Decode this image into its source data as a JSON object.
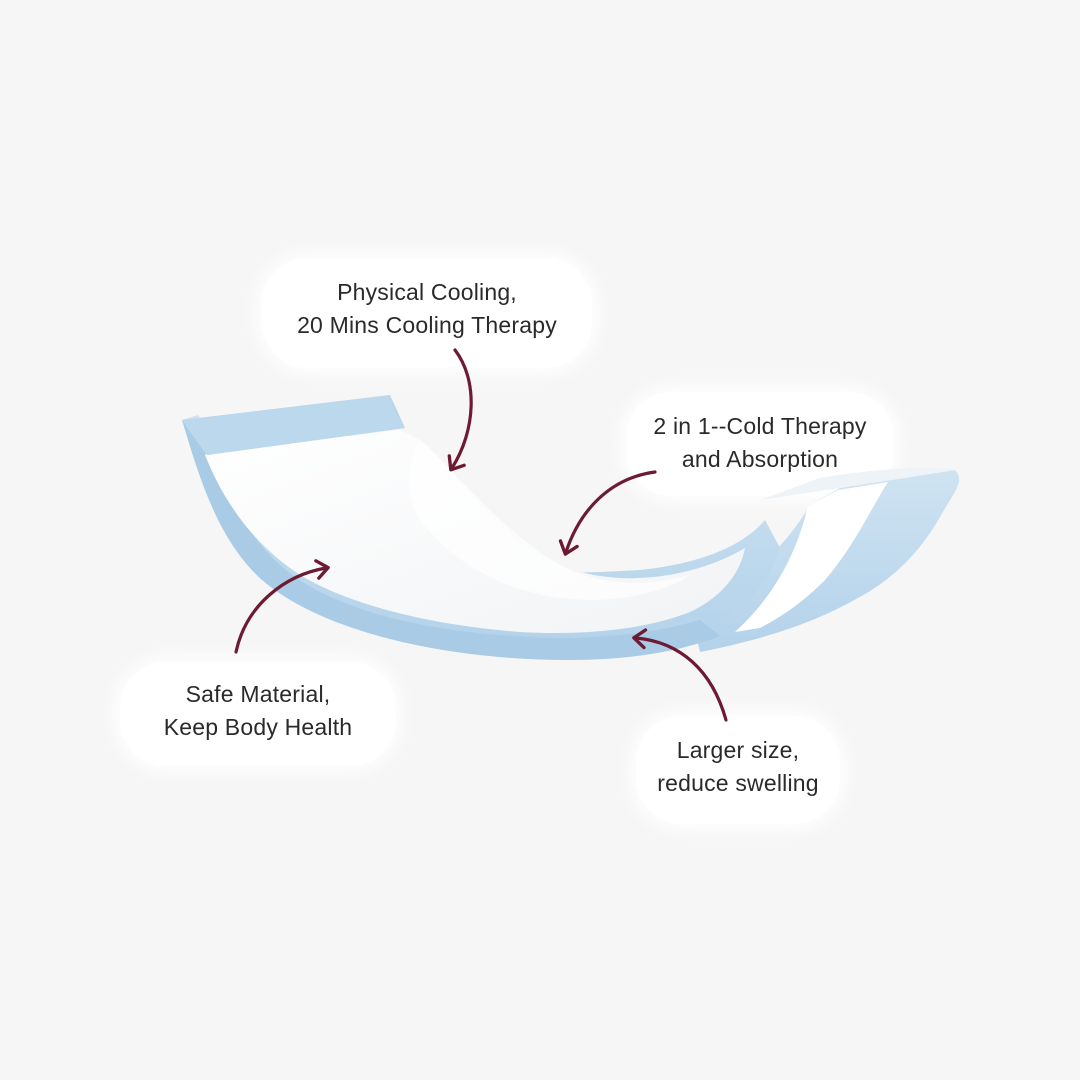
{
  "colors": {
    "background": "#f6f6f6",
    "pad_blue": "#bcd8ec",
    "pad_white": "#ffffff",
    "arrow": "#6d1a33",
    "text": "#2a2a2a"
  },
  "callouts": {
    "cooling": {
      "line1": "Physical Cooling,",
      "line2": "20 Mins Cooling Therapy"
    },
    "two_in_one": {
      "line1": "2 in 1--Cold Therapy",
      "line2": "and Absorption"
    },
    "safe": {
      "line1": "Safe Material,",
      "line2": "Keep Body Health"
    },
    "larger": {
      "line1": "Larger size,",
      "line2": "reduce swelling"
    }
  }
}
